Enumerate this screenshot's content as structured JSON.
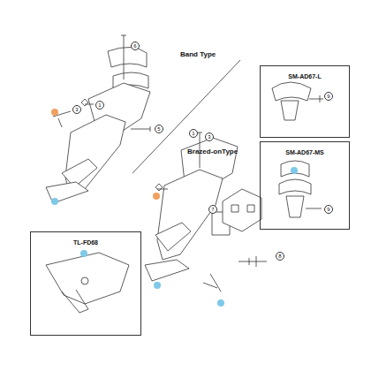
{
  "diagram": {
    "nodes": [
      {
        "text": [
          "SM-AD67-L"
        ]
      },
      {
        "text": [
          "SM-AD67-MS"
        ]
      },
      {
        "text": [
          "TL-FD68"
        ]
      }
    ],
    "labels": [
      "Band Type",
      "Brazed-onType",
      "6",
      "1",
      "3",
      "5",
      "1",
      "3",
      "7",
      "8",
      "9",
      "9"
    ]
  }
}
